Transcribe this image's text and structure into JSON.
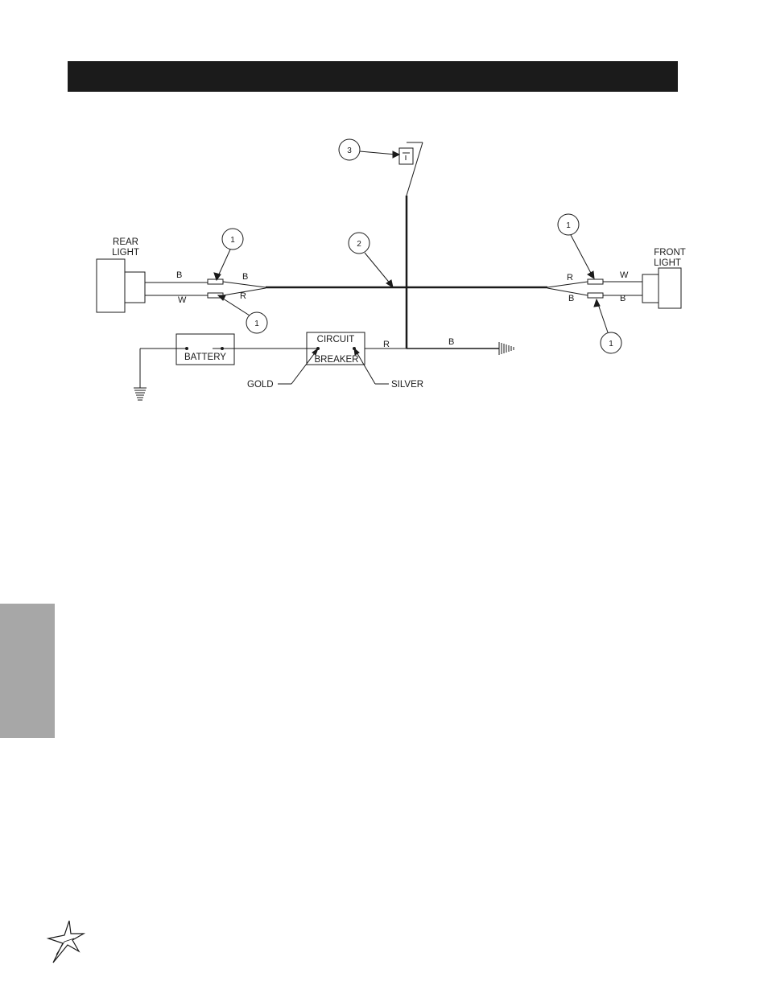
{
  "diagram": {
    "components": {
      "rear_light": [
        "REAR",
        "LIGHT"
      ],
      "front_light": [
        "FRONT",
        "LIGHT"
      ],
      "battery": "BATTERY",
      "breaker": [
        "CIRCUIT",
        "BREAKER"
      ]
    },
    "terminal_labels": {
      "gold": "GOLD",
      "silver": "SILVER"
    },
    "wire_labels": {
      "rear_top_outer": "B",
      "rear_top_inner": "B",
      "rear_bottom_outer": "W",
      "rear_bottom_inner": "R",
      "front_top_inner": "R",
      "front_top_outer": "W",
      "front_bottom_inner": "B",
      "front_bottom_outer": "B",
      "feed": "R",
      "ground": "B"
    },
    "callouts": {
      "rear_upper": "1",
      "rear_lower": "1",
      "front_upper": "1",
      "front_lower": "1",
      "harness": "2",
      "switch": "3"
    }
  }
}
